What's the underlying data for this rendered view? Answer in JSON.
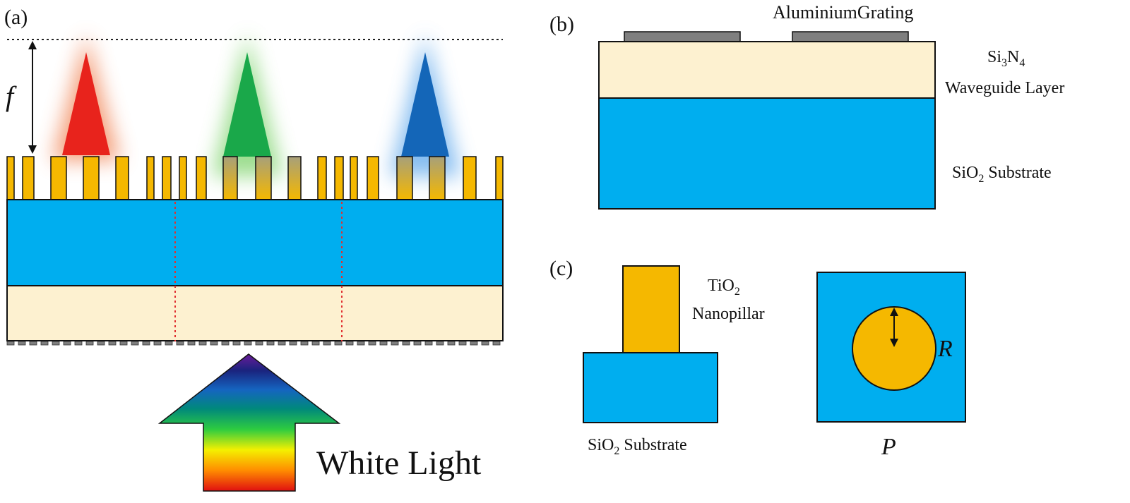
{
  "panel_a": {
    "label": "(a)",
    "focal_symbol": "f",
    "arrow_label": "White Light",
    "focus_colors": [
      "#e8231c",
      "#1aa84a",
      "#1466b8"
    ]
  },
  "panel_b": {
    "label": "(b)",
    "grating_label": "AluminiumGrating",
    "waveguide_chem": {
      "si": "Si",
      "si_sub": "3",
      "n": "N",
      "n_sub": "4"
    },
    "waveguide_label": "Waveguide Layer",
    "substrate_chem": {
      "si": "SiO",
      "sub": "2"
    },
    "substrate_word": "Substrate"
  },
  "panel_c": {
    "label": "(c)",
    "pillar_chem": {
      "ti": "TiO",
      "sub": "2"
    },
    "pillar_label": "Nanopillar",
    "substrate_chem": {
      "si": "SiO",
      "sub": "2"
    },
    "substrate_word": "Substrate",
    "radius_symbol": "R",
    "period_symbol": "P"
  },
  "colors": {
    "substrate_blue": "#00aeef",
    "waveguide_cream": "#fdf1d0",
    "pillar_orange": "#f5b800",
    "aluminium_gray": "#7f7f7f"
  }
}
